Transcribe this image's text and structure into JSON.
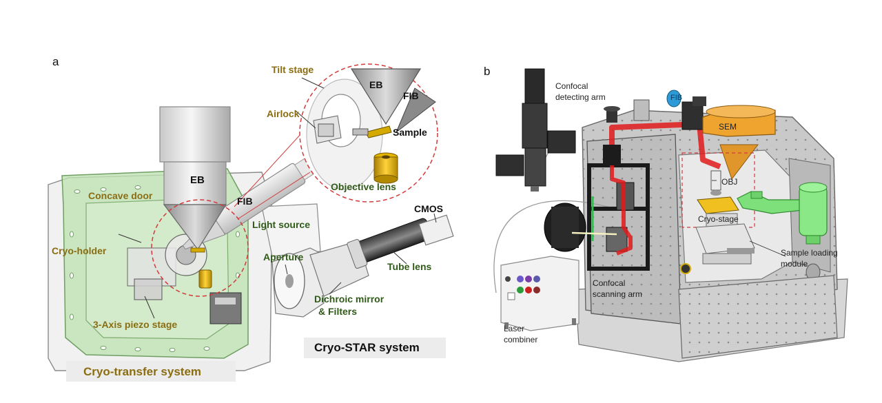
{
  "panel_a": {
    "letter": "a",
    "labels": {
      "tilt_stage": "Tilt stage",
      "eb_inset": "EB",
      "fib_inset": "FIB",
      "airlock": "Airlock",
      "sample": "Sample",
      "objective_lens": "Objective lens",
      "eb": "EB",
      "fib": "FIB",
      "concave_door": "Concave door",
      "light_source": "Light source",
      "cmos": "CMOS",
      "cryo_holder": "Cryo-holder",
      "aperture": "Aperture",
      "tube_lens": "Tube lens",
      "dichroic_line1": "Dichroic mirror",
      "dichroic_line2": "& Filters",
      "piezo_stage": "3-Axis piezo stage",
      "cryo_star_system": "Cryo-STAR system",
      "cryo_transfer_system": "Cryo-transfer system"
    }
  },
  "panel_b": {
    "letter": "b",
    "labels": {
      "confocal_detecting_line1": "Confocal",
      "confocal_detecting_line2": "detecting arm",
      "fib": "FIB",
      "sem": "SEM",
      "obj": "OBJ",
      "cryo_stage": "Cryo-stage",
      "sample_loading_line1": "Sample loading",
      "sample_loading_line2": "module",
      "confocal_scanning_line1": "Confocal",
      "confocal_scanning_line2": "scanning arm",
      "laser_combiner_line1": "Laser",
      "laser_combiner_line2": "combiner"
    }
  },
  "colors": {
    "gold_label": "#8a6d12",
    "green_label": "#2f5a18",
    "door_green": "#bfe3b4",
    "laser_red": "#e01b1b",
    "sem_orange": "#f0a430",
    "fib_blue": "#2e9ad6",
    "loader_green": "#7ee07a",
    "dashed_red": "#d23a3a"
  }
}
